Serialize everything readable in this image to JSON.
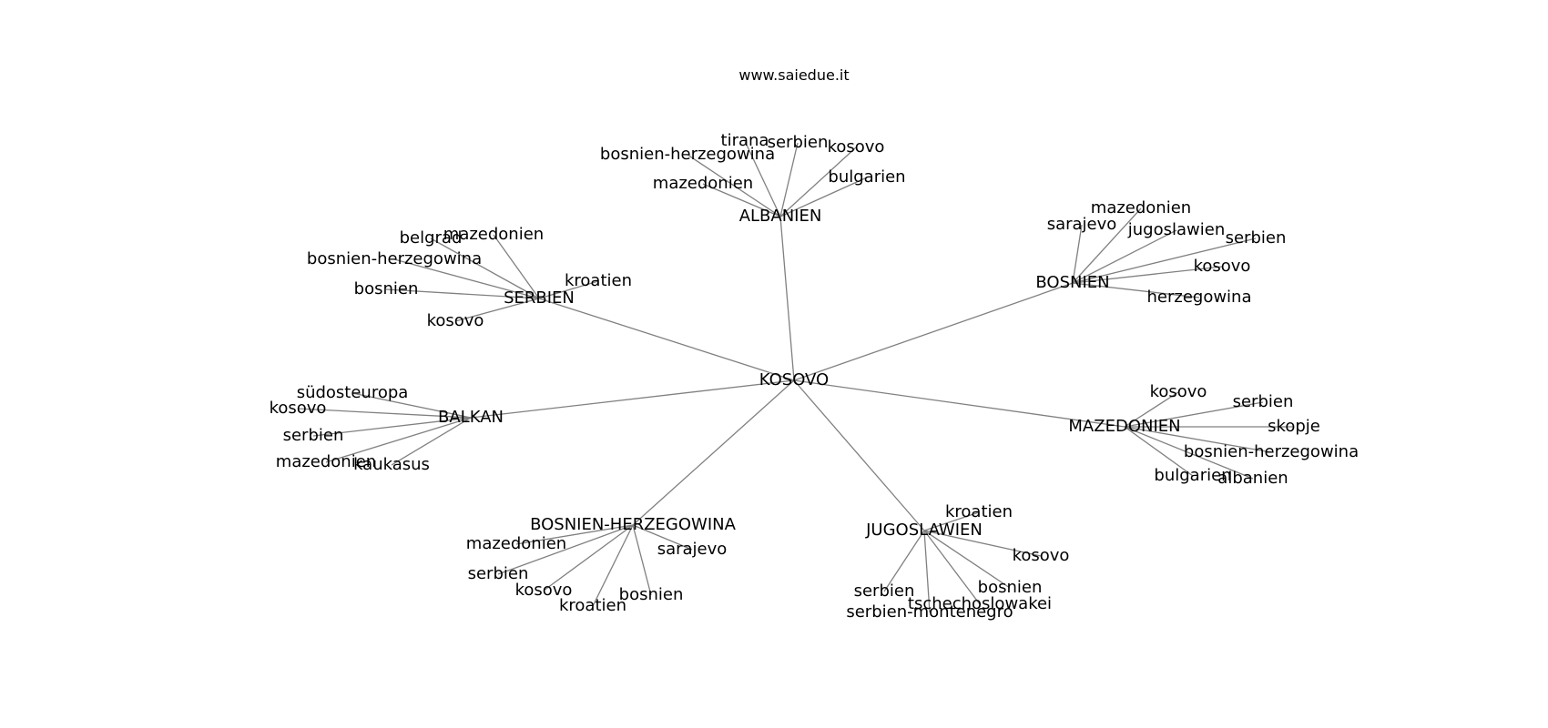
{
  "title": "www.saiedue.it",
  "colors": {
    "edge": "#808080",
    "text": "#000000",
    "background": "#ffffff"
  },
  "root": "KOSOVO",
  "groups": [
    {
      "hub": "ALBANIEN",
      "leaves": [
        "tirana",
        "serbien",
        "kosovo",
        "bosnien-herzegowina",
        "mazedonien",
        "bulgarien"
      ]
    },
    {
      "hub": "BOSNIEN",
      "leaves": [
        "mazedonien",
        "sarajevo",
        "jugoslawien",
        "serbien",
        "kosovo",
        "herzegowina"
      ]
    },
    {
      "hub": "SERBIEN",
      "leaves": [
        "mazedonien",
        "belgrad",
        "bosnien-herzegowina",
        "kroatien",
        "bosnien",
        "kosovo"
      ]
    },
    {
      "hub": "BALKAN",
      "leaves": [
        "südosteuropa",
        "kosovo",
        "serbien",
        "mazedonien",
        "kaukasus"
      ]
    },
    {
      "hub": "MAZEDONIEN",
      "leaves": [
        "kosovo",
        "serbien",
        "skopje",
        "bosnien-herzegowina",
        "bulgarien",
        "albanien"
      ]
    },
    {
      "hub": "BOSNIEN-HERZEGOWINA",
      "leaves": [
        "mazedonien",
        "sarajevo",
        "serbien",
        "kosovo",
        "bosnien",
        "kroatien"
      ]
    },
    {
      "hub": "JUGOSLAWIEN",
      "leaves": [
        "kroatien",
        "kosovo",
        "bosnien",
        "serbien",
        "tschechoslowakei",
        "serbien-montenegro"
      ]
    }
  ]
}
